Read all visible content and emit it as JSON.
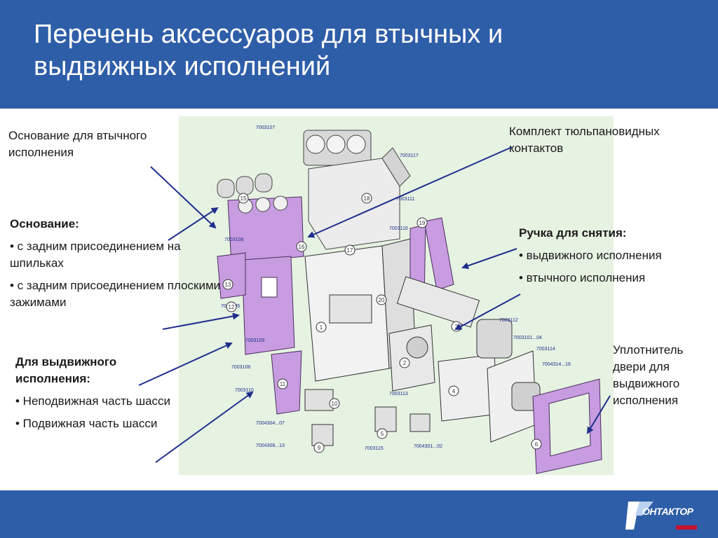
{
  "slide": {
    "title": "Перечень аксессуаров для втычных и выдвижных исполнений"
  },
  "labels": {
    "base_plugin": "Основание для втычного исполнения",
    "tulip_kit": "Комплект тюльпановидных контактов",
    "base_heading": "Основание:",
    "base_item_1": "• с задним присоединением на шпильках",
    "base_item_2": "• с задним присоединением плоскими зажимами",
    "handle_heading": "Ручка для снятия:",
    "handle_item_1": "• выдвижного исполнения",
    "handle_item_2": "• втычного исполнения",
    "door_seal": "Уплотнитель двери для выдвижного исполнения",
    "withdrawable_heading": "Для выдвижного исполнения:",
    "withdrawable_item_1": "• Неподвижная часть шасси",
    "withdrawable_item_2": "• Подвижная часть шасси"
  },
  "diagram": {
    "part_codes": [
      "7003107",
      "7003117",
      "7003111",
      "7003108",
      "7003116",
      "7003105",
      "7003109",
      "7003112",
      "7003101...04",
      "7003114",
      "7004314...16",
      "7003106",
      "7003110",
      "7003113",
      "7004304...07",
      "7004308...13",
      "7003115",
      "7004301...02"
    ],
    "numbers": [
      "15",
      "18",
      "19",
      "16",
      "17",
      "13",
      "20",
      "1",
      "12",
      "11",
      "2",
      "3",
      "4",
      "10",
      "5",
      "9",
      "6"
    ]
  },
  "logo": {
    "text": "ОНТАКТОР"
  },
  "colors": {
    "header_bg": "#2f5ea8",
    "diagram_bg": "#e6f2e2",
    "part_highlight": "#c79ce0",
    "arrow": "#1f2e8c"
  }
}
